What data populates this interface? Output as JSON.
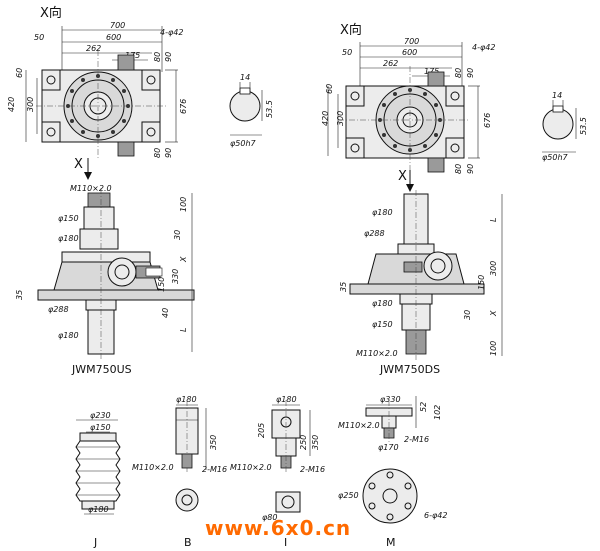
{
  "views": {
    "top_left": {
      "x_dir": "X向",
      "dims": {
        "d700": "700",
        "d600": "600",
        "d262": "262",
        "d175": "175",
        "d50": "50",
        "holes": "4-φ42",
        "d60": "60",
        "d420": "420",
        "d300": "300",
        "d80a": "80",
        "d90a": "90",
        "d676": "676",
        "d80b": "80",
        "d90b": "90"
      }
    },
    "key_left": {
      "d14": "14",
      "d53_5": "53.5",
      "shaft": "φ50h7"
    },
    "top_right": {
      "x_dir": "X向",
      "dims": {
        "d700": "700",
        "d600": "600",
        "d262": "262",
        "d175": "175",
        "d50": "50",
        "holes": "4-φ42",
        "d60": "60",
        "d420": "420",
        "d300": "300",
        "d80a": "80",
        "d90a": "90",
        "d676": "676",
        "d80b": "80",
        "d90b": "90"
      }
    },
    "key_right": {
      "d14": "14",
      "d53_5": "53.5",
      "shaft": "φ50h7"
    },
    "front_left": {
      "x_arrow": "X",
      "thread": "M110×2.0",
      "d150": "φ150",
      "d180a": "φ180",
      "d35": "35",
      "d288": "φ288",
      "d180b": "φ180",
      "d100": "100",
      "d30": "30",
      "x": "X",
      "d330": "330",
      "d150v": "150",
      "d40": "40",
      "L": "L",
      "model": "JWM750US"
    },
    "front_right": {
      "x_arrow": "X",
      "d180a": "φ180",
      "d288": "φ288",
      "L": "L",
      "d35": "35",
      "d300": "300",
      "d150v": "150",
      "d180b": "φ180",
      "d150": "φ150",
      "d30": "30",
      "x": "X",
      "thread": "M110×2.0",
      "d100": "100",
      "model": "JWM750DS"
    },
    "detail_J": {
      "d230": "φ230",
      "d150": "φ150",
      "d180": "φ180",
      "label": "J"
    },
    "detail_B": {
      "d180": "φ180",
      "d350": "350",
      "thread": "M110×2.0",
      "holes": "2-M16",
      "label": "B"
    },
    "detail_I": {
      "d180": "φ180",
      "d205": "205",
      "d250": "250",
      "d350": "350",
      "thread": "M110×2.0",
      "holes": "2-M16",
      "d80": "φ80",
      "label": "I"
    },
    "detail_M": {
      "d330": "φ330",
      "d52": "52",
      "d102": "102",
      "thread": "M110×2.0",
      "holes": "2-M16",
      "d170": "φ170",
      "d250": "φ250",
      "holes6": "6-φ42",
      "label": "M"
    }
  },
  "watermark": "www.6x0.cn"
}
